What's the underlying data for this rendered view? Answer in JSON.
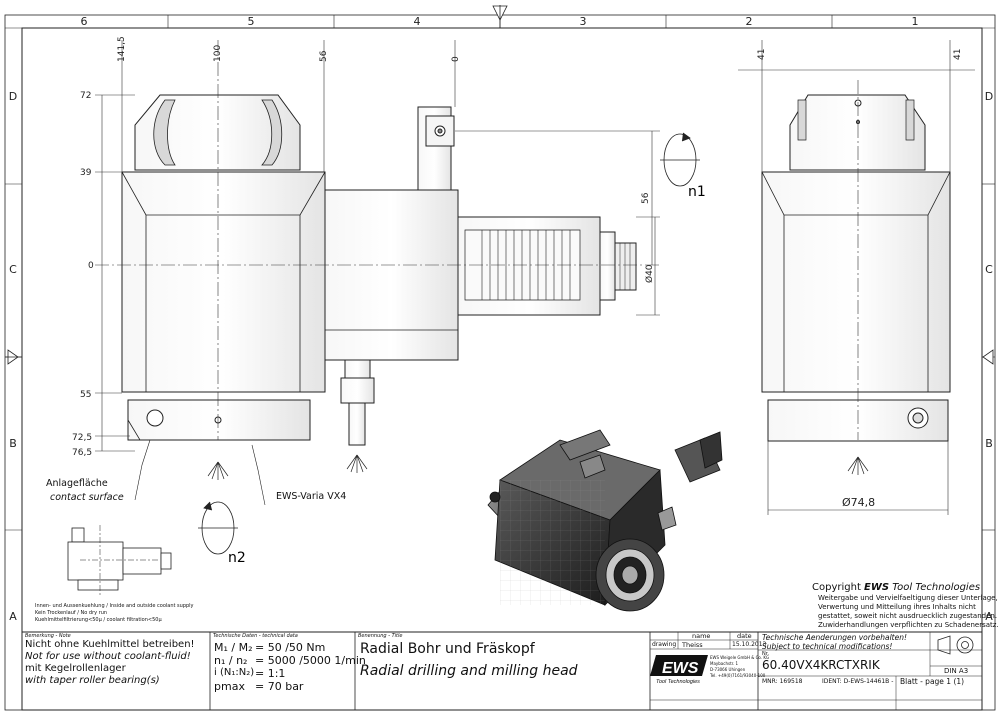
{
  "frame": {
    "columns": [
      "6",
      "5",
      "4",
      "3",
      "2",
      "1"
    ],
    "rows": [
      "D",
      "C",
      "B",
      "A"
    ]
  },
  "dims_front": {
    "top": [
      "141,5",
      "100",
      "56",
      "0"
    ],
    "left": [
      "72",
      "39",
      "0",
      "55",
      "72,5",
      "76,5"
    ],
    "dist_56": "56",
    "dia_40": "Ø40",
    "n1": "n1",
    "n2": "n2"
  },
  "dims_side": {
    "top": [
      "41",
      "41"
    ],
    "dia_748": "Ø74,8"
  },
  "callouts": {
    "contact_de": "Anlagefläche",
    "contact_en": "contact surface",
    "variant": "EWS-Varia VX4"
  },
  "coolant": {
    "line1": "Innen- und Aussenkuehlung / Inside and outside coolant supply",
    "line2": "Kein Trockenlauf / No dry run",
    "line3": "Kuehlmittelfiltrierung<50µ / coolant filtration<50µ"
  },
  "copyright": {
    "title_prefix": "Copyright ",
    "brand": "EWS",
    "title_suffix": " Tool Technologies",
    "l1": "Weitergabe und Vervielfaeltigung dieser Unterlage,",
    "l2": "Verwertung und Mitteilung ihres Inhalts nicht",
    "l3": "gestattet, soweit nicht ausdruecklich zugestanden.",
    "l4": "Zuwiderhandlungen verpflichten zu Schadenersatz."
  },
  "title_block": {
    "remarks_head": "Bemerkung - Note",
    "remarks": [
      "Nicht ohne Kuehlmittel betreiben!",
      "Not for use without coolant-fluid!",
      "mit Kegelrollenlager",
      "with taper roller bearing(s)"
    ],
    "tech_head": "Technische Daten - technical data",
    "tech": [
      {
        "k": "M₁ / M₂",
        "v": "= 50  /50  Nm"
      },
      {
        "k": "n₁ / n₂",
        "v": "= 5000 /5000  1/min"
      },
      {
        "k": "i  (N₁:N₂)",
        "v": "= 1:1"
      },
      {
        "k": "pmax",
        "v": "= 70  bar"
      }
    ],
    "title_head": "Benennung - Title",
    "title_de": "Radial Bohr und Fräskopf",
    "title_en": "Radial drilling and milling head",
    "col_name": "name",
    "col_date": "date",
    "row_drawing": "drawing",
    "drawer": "Theiss",
    "draw_date": "15.10.2013",
    "logo": "EWS",
    "logo_sub": "Tool Technologies",
    "company": [
      "EWS Weigele GmbH & Co. KG",
      "Maybachstr. 1",
      "D-73066 Uhingen",
      "Tel. +49(0)7161/93040-100"
    ],
    "notice_de": "Technische Aenderungen vorbehalten!",
    "notice_en": "Subject to technical modifications!",
    "nr_label": "Nr.",
    "part_no": "60.40VX4KRCTXRIK",
    "din": "DIN A3",
    "mnr": "MNR: 169518",
    "ident": "IDENT: D-EWS-14461B  -",
    "page": "Blatt - page  1 (1)"
  }
}
